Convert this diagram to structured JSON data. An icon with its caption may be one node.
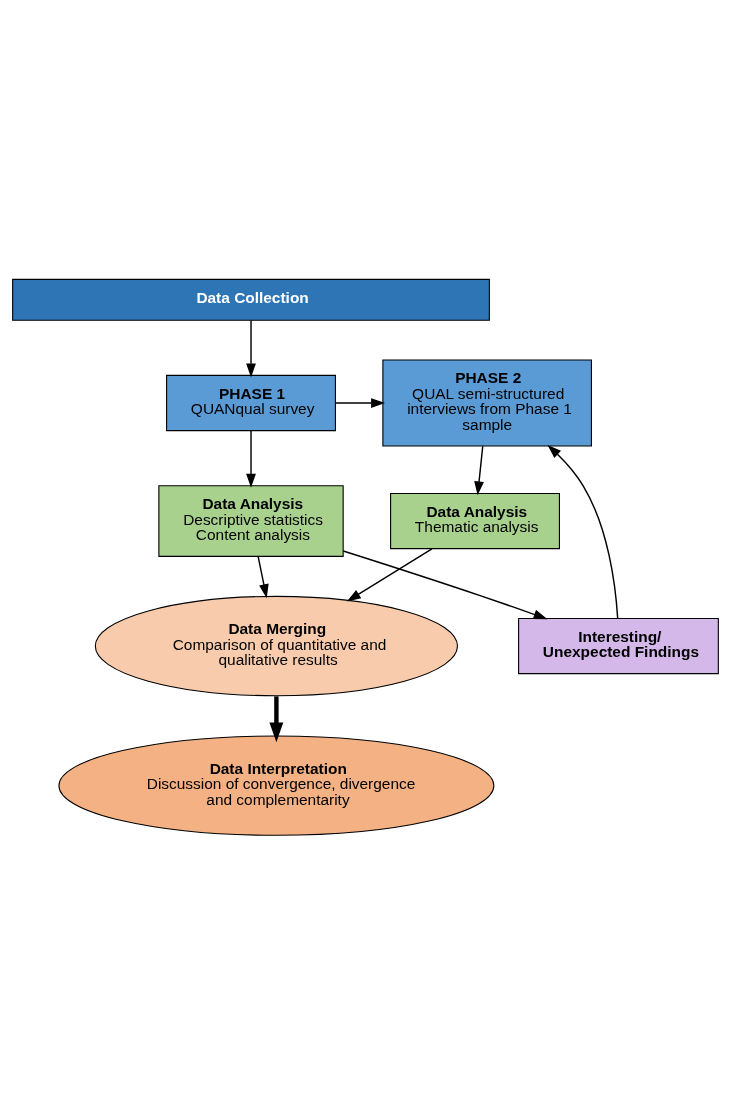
{
  "diagram": {
    "nodes": [
      {
        "text": [
          "Data Collection"
        ]
      },
      {
        "text": [
          "PHASE 1",
          "QUANqual survey"
        ]
      },
      {
        "text": [
          "PHASE 2",
          "QUAL semi-structured interviews from Phase 1 sample"
        ]
      },
      {
        "text": [
          "Interesting/ Unexpected Findings"
        ]
      },
      {
        "text": [
          "Data Analysis",
          "Descriptive statistics",
          "Content analysis"
        ]
      },
      {
        "text": [
          "Data Analysis",
          "Thematic analysis"
        ]
      },
      {
        "text": [
          "Data Merging",
          "Comparison of quantitative and qualitative results"
        ]
      },
      {
        "text": [
          "Data Interpretation",
          "Discussion of convergence, divergence and complementarity"
        ]
      }
    ],
    "edges": [
      {
        "from": 0,
        "to": 1,
        "arrow": "to"
      },
      {
        "from": 1,
        "to": 2,
        "arrow": "to"
      },
      {
        "from": 1,
        "to": 4,
        "arrow": "to"
      },
      {
        "from": 4,
        "to": 3,
        "arrow": "to"
      },
      {
        "from": 3,
        "to": 2,
        "arrow": "to"
      },
      {
        "from": 2,
        "to": 5,
        "arrow": "to"
      },
      {
        "from": 4,
        "to": 6,
        "arrow": "to"
      },
      {
        "from": 5,
        "to": 6,
        "arrow": "to"
      },
      {
        "from": 6,
        "to": 7,
        "arrow": "to",
        "style": "thick"
      }
    ]
  }
}
